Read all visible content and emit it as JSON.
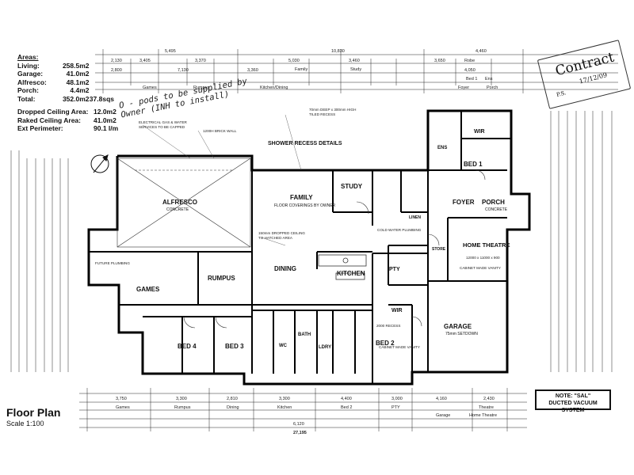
{
  "areas": {
    "title": "Areas:",
    "rows": [
      {
        "label": "Living:",
        "value": "258.5m2",
        "extra": ""
      },
      {
        "label": "Garage:",
        "value": "41.0m2",
        "extra": ""
      },
      {
        "label": "Alfresco:",
        "value": "48.1m2",
        "extra": ""
      },
      {
        "label": "Porch:",
        "value": "4.4m2",
        "extra": ""
      },
      {
        "label": "Total:",
        "value": "352.0m2",
        "extra": "37.8sqs"
      }
    ]
  },
  "ceilings": [
    {
      "label": "Dropped Ceiling Area:",
      "value": "12.0m2"
    },
    {
      "label": "Raked Ceiling Area:",
      "value": "41.0m2"
    },
    {
      "label": "Ext Perimeter:",
      "value": "90.1 l/m"
    }
  ],
  "stamp": {
    "text": "Contract",
    "date": "17/12/09",
    "initials": "P.S."
  },
  "handwritten_note": {
    "line1": "O - pods to be supplied by",
    "line2": "Owner (INH to install)"
  },
  "title": "Floor Plan",
  "scale": "Scale 1:100",
  "note_box": {
    "line1": "NOTE: \"SAL\"",
    "line2": "DUCTED VACUUM SYSTEM"
  },
  "shower_heading": "SHOWER RECESS DETAILS",
  "rooms": {
    "alfresco": {
      "name": "ALFRESCO",
      "sub": "CONCRETE"
    },
    "family": {
      "name": "FAMILY",
      "sub": "FLOOR COVERINGS BY OWNER"
    },
    "study": {
      "name": "STUDY"
    },
    "foyer": {
      "name": "FOYER"
    },
    "porch": {
      "name": "PORCH",
      "sub": "CONCRETE"
    },
    "theatre": {
      "name": "HOME THEATRE"
    },
    "games": {
      "name": "GAMES"
    },
    "rumpus": {
      "name": "RUMPUS"
    },
    "dining": {
      "name": "DINING"
    },
    "kitchen": {
      "name": "KITCHEN"
    },
    "pty": {
      "name": "PTY"
    },
    "wir_main": {
      "name": "WIR"
    },
    "wir2": {
      "name": "WIR"
    },
    "garage": {
      "name": "GARAGE",
      "sub": "75mm SETDOWN"
    },
    "bed1": {
      "name": "BED 1"
    },
    "bed2": {
      "name": "BED 2"
    },
    "bed3": {
      "name": "BED 3"
    },
    "bed4": {
      "name": "BED 4"
    },
    "wc": {
      "name": "WC"
    },
    "lndry": {
      "name": "LDRY"
    },
    "bath": {
      "name": "BATH"
    },
    "ens": {
      "name": "ENS"
    },
    "linen": {
      "name": "LINEN"
    },
    "store": {
      "name": "STORE"
    }
  },
  "dims_top": {
    "overall_1": "5,495",
    "overall_2": "10,830",
    "overall_3": "4,460",
    "segments": [
      "2,130",
      "3,405",
      "3,370",
      "5,030",
      "3,460",
      "3,650",
      "7,130",
      "3,360",
      "2,800",
      "4,050"
    ],
    "labels": [
      "Games",
      "Rumpus",
      "Family",
      "Study",
      "Bed 1",
      "Foyer",
      "Porch",
      "Robe",
      "Ens",
      "Kitchen/Dining"
    ]
  },
  "dims_bottom": {
    "segments": [
      "3,750",
      "3,300",
      "2,810",
      "3,300",
      "4,400",
      "3,000",
      "4,160",
      "2,430",
      "6,120"
    ],
    "labels": [
      "Games",
      "Rumpus",
      "Dining",
      "Kitchen",
      "Bed 2",
      "PTY",
      "Garage",
      "Theatre",
      "Home Theatre"
    ],
    "overall": "27,195"
  }
}
